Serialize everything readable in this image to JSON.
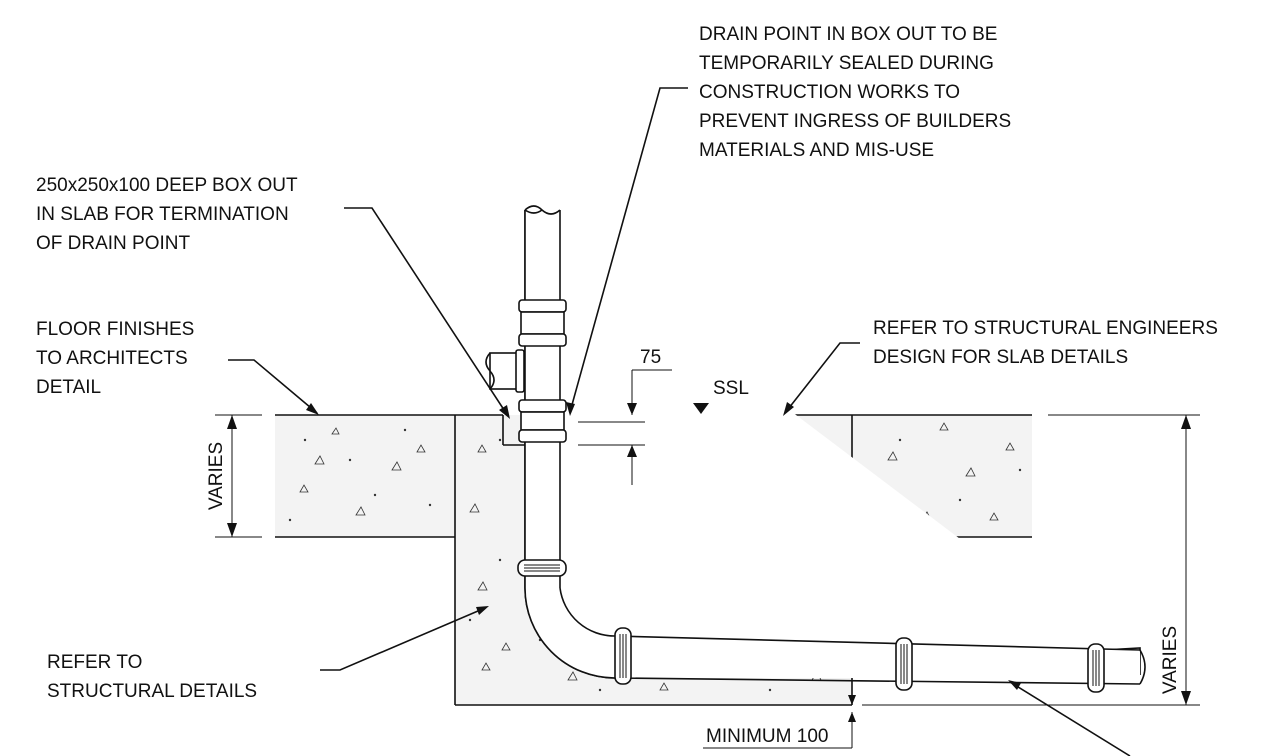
{
  "diagram": {
    "type": "construction-detail-section",
    "notes": {
      "drain_point": [
        "DRAIN POINT IN BOX OUT TO BE",
        "TEMPORARILY SEALED DURING",
        "CONSTRUCTION WORKS TO",
        "PREVENT INGRESS OF BUILDERS",
        "MATERIALS AND MIS-USE"
      ],
      "box_out": [
        "250x250x100 DEEP BOX OUT",
        "IN SLAB FOR TERMINATION",
        "OF DRAIN POINT"
      ],
      "floor_finishes": [
        "FLOOR FINISHES",
        "TO ARCHITECTS",
        "DETAIL"
      ],
      "structural_engineers": [
        "REFER TO STRUCTURAL ENGINEERS",
        "DESIGN FOR SLAB DETAILS"
      ],
      "structural_details": [
        "REFER TO",
        "STRUCTURAL DETAILS"
      ]
    },
    "dimensions": {
      "box_out_depth": "75",
      "slab_level": "SSL",
      "slab_thickness": "VARIES",
      "pipe_depth": "VARIES",
      "min_cover": "MINIMUM 100"
    }
  }
}
